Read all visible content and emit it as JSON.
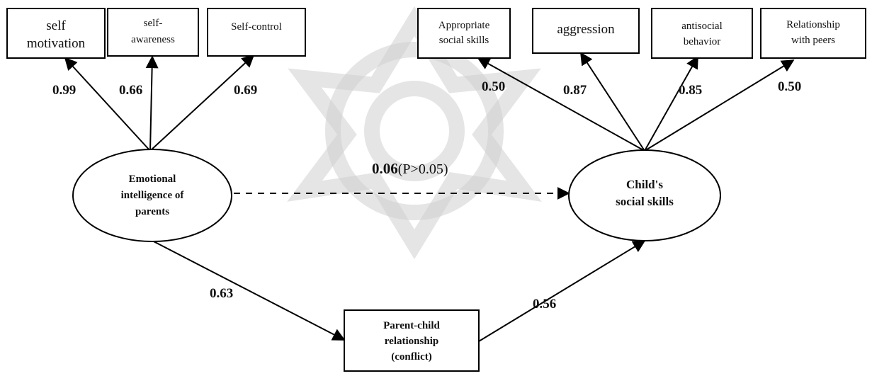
{
  "nodes": {
    "self_motivation": {
      "lines": [
        "self",
        "motivation"
      ]
    },
    "self_awareness": {
      "lines": [
        "self-",
        "awareness"
      ]
    },
    "self_control": {
      "lines": [
        "Self-control"
      ]
    },
    "appropriate_social_skills": {
      "lines": [
        "Appropriate",
        "social skills"
      ]
    },
    "aggression": {
      "lines": [
        "aggression"
      ]
    },
    "antisocial_behavior": {
      "lines": [
        "antisocial",
        "behavior"
      ]
    },
    "relationship_with_peers": {
      "lines": [
        "Relationship",
        "with peers"
      ]
    },
    "emotional_intelligence": {
      "lines": [
        "Emotional",
        "intelligence of",
        "parents"
      ]
    },
    "childs_social_skills": {
      "lines": [
        "Child's",
        "social skills"
      ]
    },
    "parent_child_relationship": {
      "lines": [
        "Parent-child",
        "relationship",
        "(conflict)"
      ]
    }
  },
  "coefficients": {
    "self_motivation": "0.99",
    "self_awareness": "0.66",
    "self_control": "0.69",
    "appropriate_social_skills": "0.50",
    "aggression": "0.87",
    "antisocial_behavior": "0.85",
    "relationship_with_peers": "0.50",
    "direct_effect_value": "0.06",
    "direct_effect_note": "(P>0.05)",
    "ei_to_relationship": "0.63",
    "relationship_to_social_skills": "0.56"
  },
  "colors": {
    "stroke": "#000000",
    "watermark": "#cfcfcf"
  }
}
